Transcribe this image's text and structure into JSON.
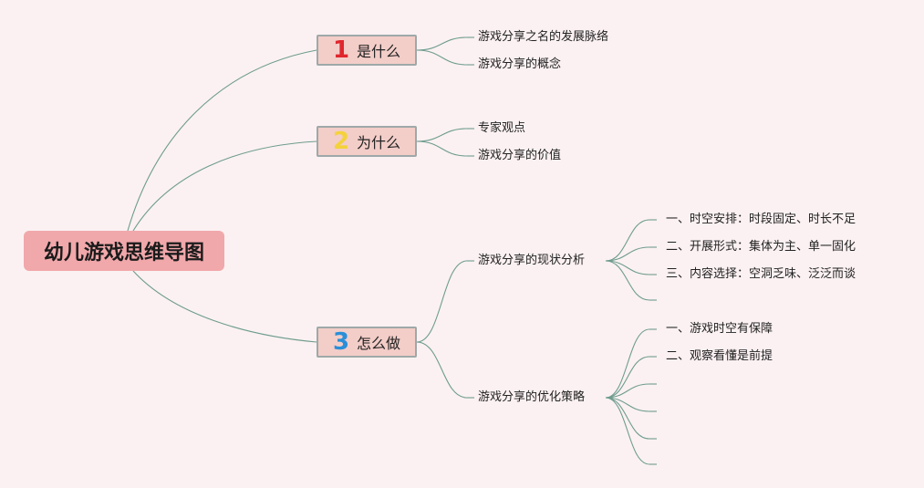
{
  "root": {
    "label": "幼儿游戏思维导图"
  },
  "colors": {
    "background": "#fbf1f2",
    "root_fill": "#f1a8ab",
    "branch_fill": "#f3cdc8",
    "branch_border": "#9ea8a8",
    "connector": "#6e9c8e",
    "num_1": "#e0262e",
    "num_2": "#f4d23a",
    "num_3": "#2a8fd8"
  },
  "branches": [
    {
      "number": "1",
      "label": "是什么",
      "items": [
        "游戏分享之名的发展脉络",
        "游戏分享的概念"
      ]
    },
    {
      "number": "2",
      "label": "为什么",
      "items": [
        "专家观点",
        "游戏分享的价值"
      ]
    },
    {
      "number": "3",
      "label": "怎么做",
      "subtopics": [
        {
          "label": "游戏分享的现状分析",
          "items": [
            "一、时空安排：时段固定、时长不足",
            "二、开展形式：集体为主、单一固化",
            "三、内容选择：空洞乏味、泛泛而谈",
            ""
          ]
        },
        {
          "label": "游戏分享的优化策略",
          "items": [
            "一、游戏时空有保障",
            "二、观察看懂是前提",
            "",
            "",
            "",
            ""
          ]
        }
      ]
    }
  ]
}
